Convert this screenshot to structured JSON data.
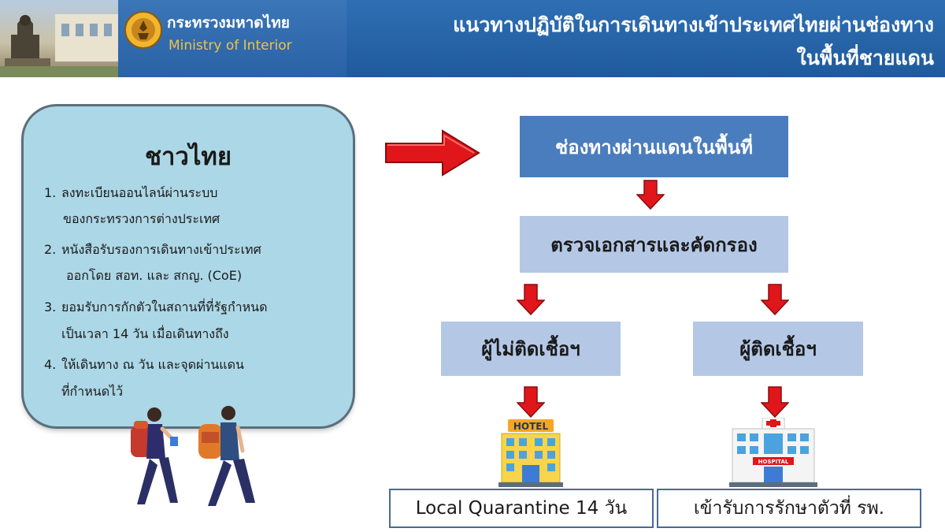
{
  "header": {
    "ministry_th": "กระทรวงมหาดไทย",
    "ministry_en": "Ministry of Interior",
    "title_line1": "แนวทางปฏิบัติในการเดินทางเข้าประเทศไทยผ่านช่องทาง",
    "title_line2": "ในพื้นที่ชายแดน"
  },
  "thai_card": {
    "heading": "ชาวไทย",
    "items": [
      {
        "num": "1.",
        "line1": "ลงทะเบียนออนไลน์ผ่านระบบ",
        "line2": "ของกระทรวงการต่างประเทศ"
      },
      {
        "num": "2.",
        "line1": "หนังสือรับรองการเดินทางเข้าประเทศ",
        "line2": "ออกโดย สอท. และ สกญ. (CoE)"
      },
      {
        "num": "3.",
        "line1": "ยอมรับการกักตัวในสถานที่ที่รัฐกำหนด",
        "line2": "เป็นเวลา 14 วัน เมื่อเดินทางถึง"
      },
      {
        "num": "4.",
        "line1": "ให้เดินทาง ณ วัน และจุดผ่านแดน",
        "line2": "ที่กำหนดไว้"
      }
    ]
  },
  "flow": {
    "border_checkpoint": "ช่องทางผ่านแดนในพื้นที่",
    "screening": "ตรวจเอกสารและคัดกรอง",
    "not_infected": "ผู้ไม่ติดเชื้อฯ",
    "infected": "ผู้ติดเชื้อฯ",
    "hotel_sign": "HOTEL",
    "hospital_sign": "HOSPITAL",
    "local_quarantine": "Local Quarantine 14 วัน",
    "hospital_treatment": "เข้ารับการรักษาตัวที่ รพ."
  },
  "colors": {
    "header_blue": "#1f5a9c",
    "card_fill": "#acd7e6",
    "flow_dark": "#4a7dbe",
    "flow_light": "#b4c8e6",
    "arrow_red": "#e0161b"
  },
  "icons": [
    "ministry-emblem-icon",
    "arrow-right-icon",
    "arrow-down-icon",
    "hotel-icon",
    "hospital-icon",
    "travelers-illustration"
  ]
}
